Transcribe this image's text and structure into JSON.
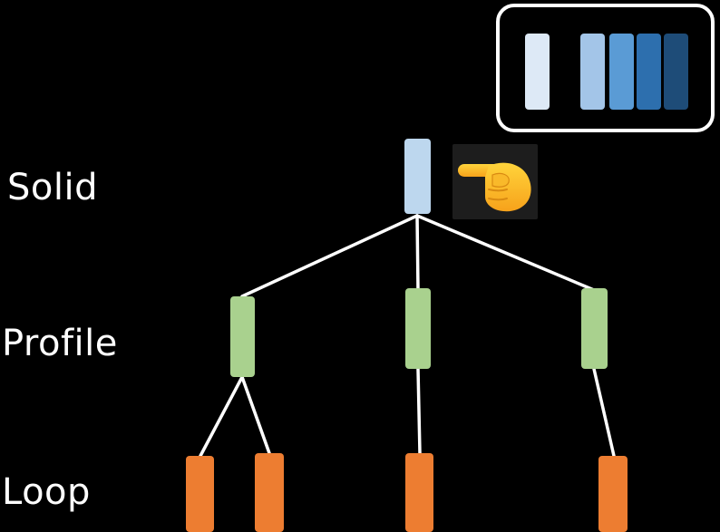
{
  "labels": {
    "solid": "Solid",
    "profile": "Profile",
    "loop": "Loop"
  },
  "legend": {
    "swatches": [
      {
        "color": "#dde9f6"
      },
      {
        "color": "#a3c5e8"
      },
      {
        "color": "#5a9bd5"
      },
      {
        "color": "#2d6fae"
      },
      {
        "color": "#1e4c78"
      }
    ]
  },
  "colors": {
    "background": "#000000",
    "edge": "#ffffff",
    "solid": "#bdd7ee",
    "profile": "#a9d18e",
    "loop": "#ed7d31"
  },
  "icons": {
    "pointer": "pointing-hand-icon"
  },
  "tree": {
    "solid": {
      "id": "solid-node"
    },
    "profiles": [
      {
        "id": "profile-1",
        "loops": [
          "loop-1a",
          "loop-1b"
        ]
      },
      {
        "id": "profile-2",
        "loops": [
          "loop-2"
        ]
      },
      {
        "id": "profile-3",
        "loops": [
          "loop-3"
        ]
      }
    ]
  }
}
